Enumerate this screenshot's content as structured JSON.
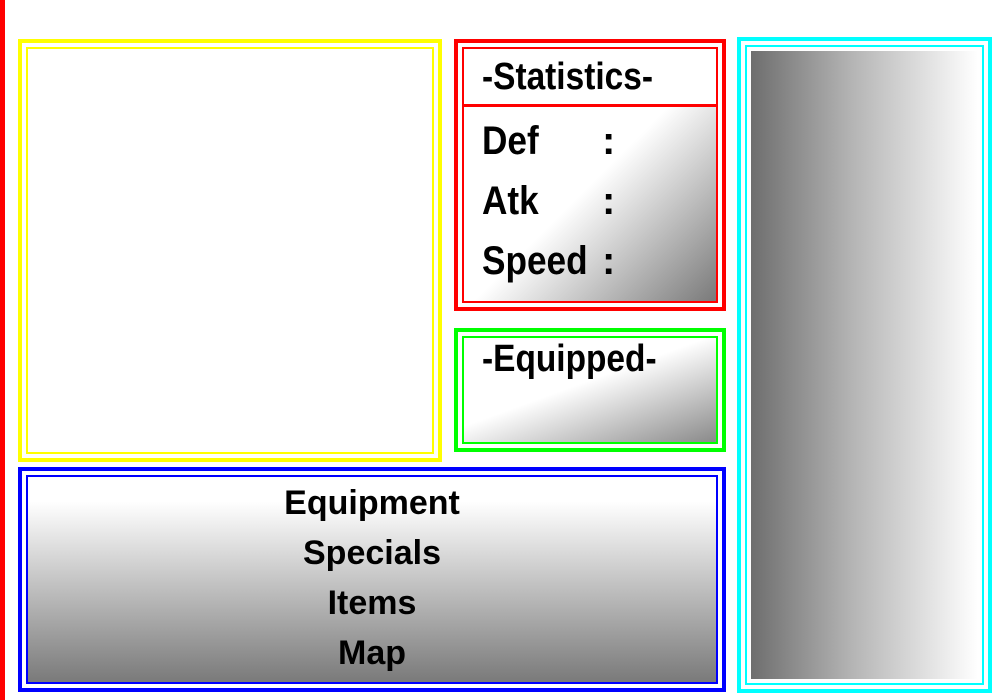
{
  "stats_panel": {
    "title": "-Statistics-",
    "rows": [
      {
        "label": "Def",
        "sep": ":"
      },
      {
        "label": "Atk",
        "sep": ":"
      },
      {
        "label": "Speed",
        "sep": ":"
      }
    ]
  },
  "equipped_panel": {
    "title": "-Equipped-"
  },
  "menu": {
    "items": [
      {
        "label": "Equipment"
      },
      {
        "label": "Specials"
      },
      {
        "label": "Items"
      },
      {
        "label": "Map"
      }
    ]
  },
  "colors": {
    "portrait_border": "#ffff00",
    "stats_border": "#ff0000",
    "equipped_border": "#00ff00",
    "menu_border": "#0000ff",
    "side_border": "#00ffff",
    "left_edge": "#ff0000"
  }
}
